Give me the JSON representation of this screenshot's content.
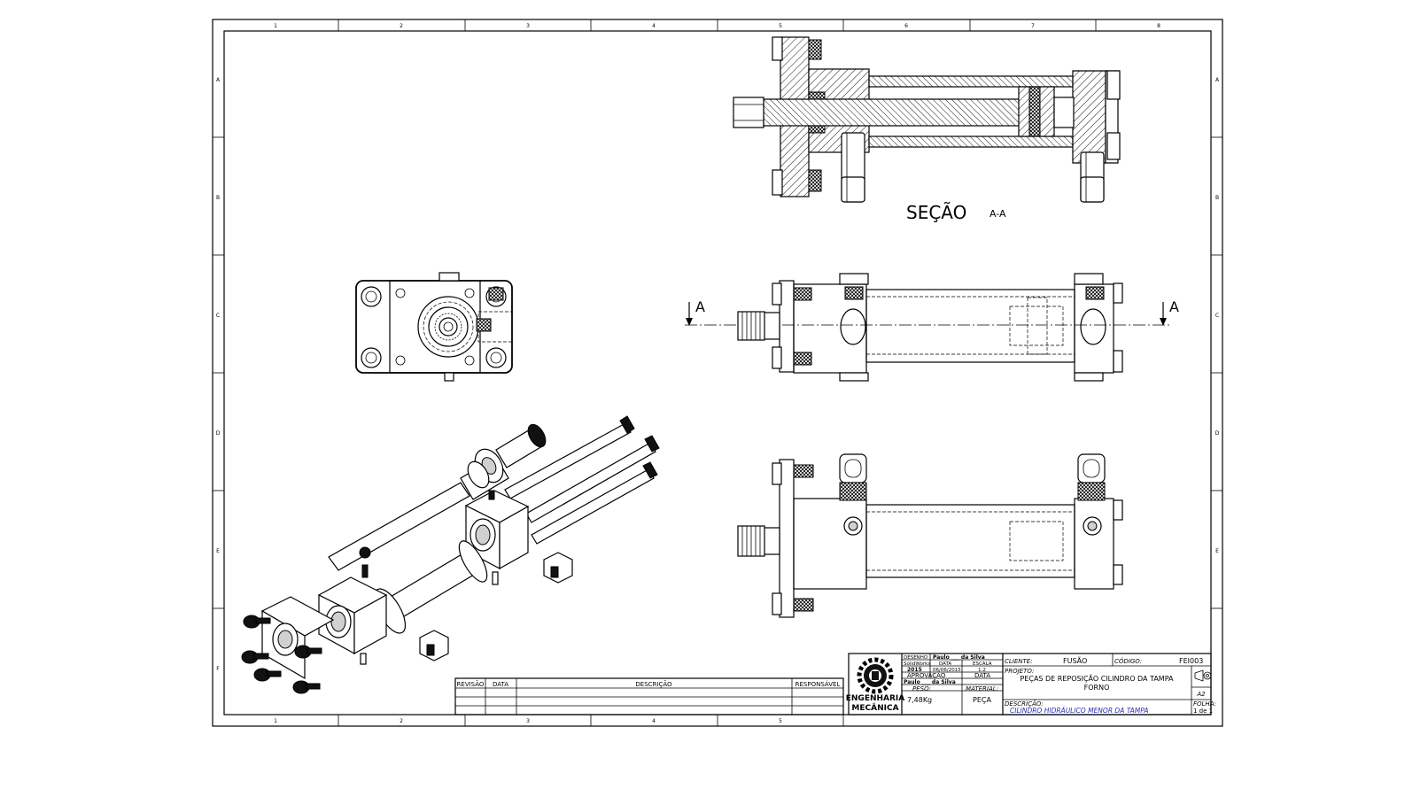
{
  "border": {
    "col_numbers": [
      "1",
      "2",
      "3",
      "4",
      "5",
      "6",
      "7",
      "8"
    ],
    "row_letters": [
      "A",
      "B",
      "C",
      "D",
      "E",
      "F"
    ],
    "bottom_col_numbers": [
      "1",
      "2",
      "3",
      "4",
      "5"
    ]
  },
  "views": {
    "section_title": "SEÇÃO",
    "section_id": "A-A",
    "cut_left": "A",
    "cut_right": "A"
  },
  "revision_table": {
    "headers": [
      "REVISÃO",
      "DATA",
      "DESCRIÇÃO",
      "RESPONSÁVEL"
    ]
  },
  "title_block": {
    "logo_line1": "ENGENHARIA",
    "logo_line2": "MECÂNICA",
    "desenho_label": "DESENHO",
    "desenho_value": "Paulo ___ da Silva",
    "software": "SolidWorks",
    "data_label": "DATA",
    "escala_label": "ESCALA",
    "year": "2015",
    "date": "06/06/2015",
    "scale": "1:2",
    "aprovacao_label": "APROVAÇÃO",
    "aprovacao_data_label": "DATA",
    "aprovacao_value": "Paulo ___ da Silva",
    "peso_label": "PESO:",
    "peso_value": "7,48Kg",
    "material_label": "MATERIAL:",
    "material_value": "PEÇA",
    "cliente_label": "CLIENTE:",
    "cliente_value": "FUSÃO",
    "codigo_label": "CÓDIGO:",
    "codigo_value": "FEI003",
    "projeto_label": "PROJETO:",
    "projeto_value1": "PEÇAS DE REPOSIÇÃO CILINDRO DA TAMPA",
    "projeto_value2": "FORNO",
    "descricao_label": "DESCRIÇÃO:",
    "descricao_value": "CILINDRO HIDRÁULICO MENOR DA TAMPA",
    "format_value": "A2",
    "folha_label": "FOLHA:",
    "folha_value": "1 de 1"
  },
  "colors": {
    "line": "#000000",
    "paper": "#ffffff",
    "description_text": "#2c2cb4"
  }
}
